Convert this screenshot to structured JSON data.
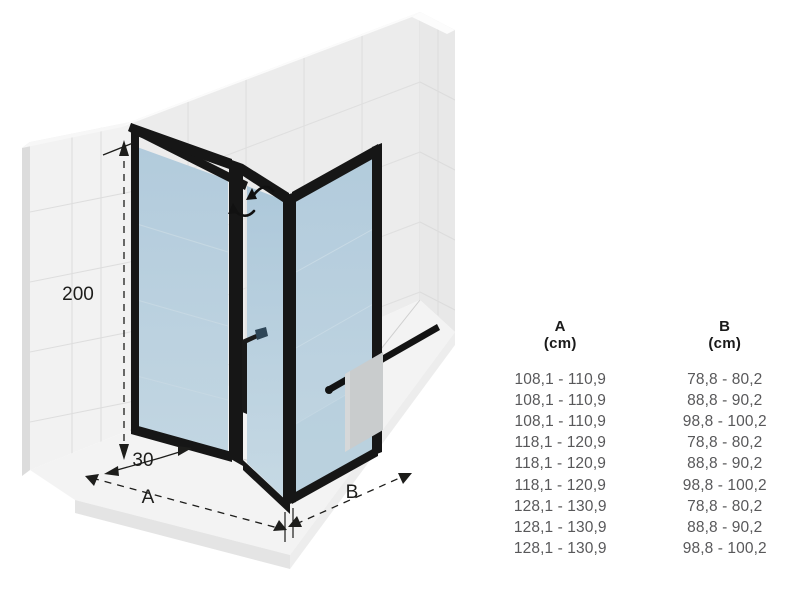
{
  "diagram": {
    "title_alt": "Shower enclosure isometric technical drawing",
    "dimensions": {
      "height_label": "200",
      "fixed_panel_label": "30",
      "width_label": "A",
      "depth_label": "B"
    },
    "colors": {
      "glass": "#b6cedd",
      "glass_light": "#c5d8e4",
      "frame": "#161616",
      "wall": "#ededed",
      "wall_side": "#e2e2e2",
      "floor": "#f1f1f1",
      "floor_edge": "#d9d9d9",
      "towel": "#c9cccd",
      "tile_line": "#dcdcdc",
      "dim_line": "#1d1d1b"
    },
    "parts": [
      "side-glass-panel",
      "fixed-glass-panel",
      "pivot-door-panel",
      "door-handle",
      "towel-bar",
      "towel",
      "top-rail",
      "swing-arrow-upper",
      "swing-arrow-lower"
    ]
  },
  "spec_table": {
    "headers": [
      {
        "symbol": "A",
        "unit": "(cm)"
      },
      {
        "symbol": "B",
        "unit": "(cm)"
      }
    ],
    "rows": [
      {
        "a": "108,1 - 110,9",
        "b": "78,8 - 80,2"
      },
      {
        "a": "108,1 - 110,9",
        "b": "88,8 - 90,2"
      },
      {
        "a": "108,1 - 110,9",
        "b": "98,8 - 100,2"
      },
      {
        "a": "118,1 - 120,9",
        "b": "78,8 - 80,2"
      },
      {
        "a": "118,1 - 120,9",
        "b": "88,8 - 90,2"
      },
      {
        "a": "118,1 - 120,9",
        "b": "98,8 - 100,2"
      },
      {
        "a": "128,1 - 130,9",
        "b": "78,8 - 80,2"
      },
      {
        "a": "128,1 - 130,9",
        "b": "88,8 - 90,2"
      },
      {
        "a": "128,1 - 130,9",
        "b": "98,8 - 100,2"
      }
    ]
  }
}
